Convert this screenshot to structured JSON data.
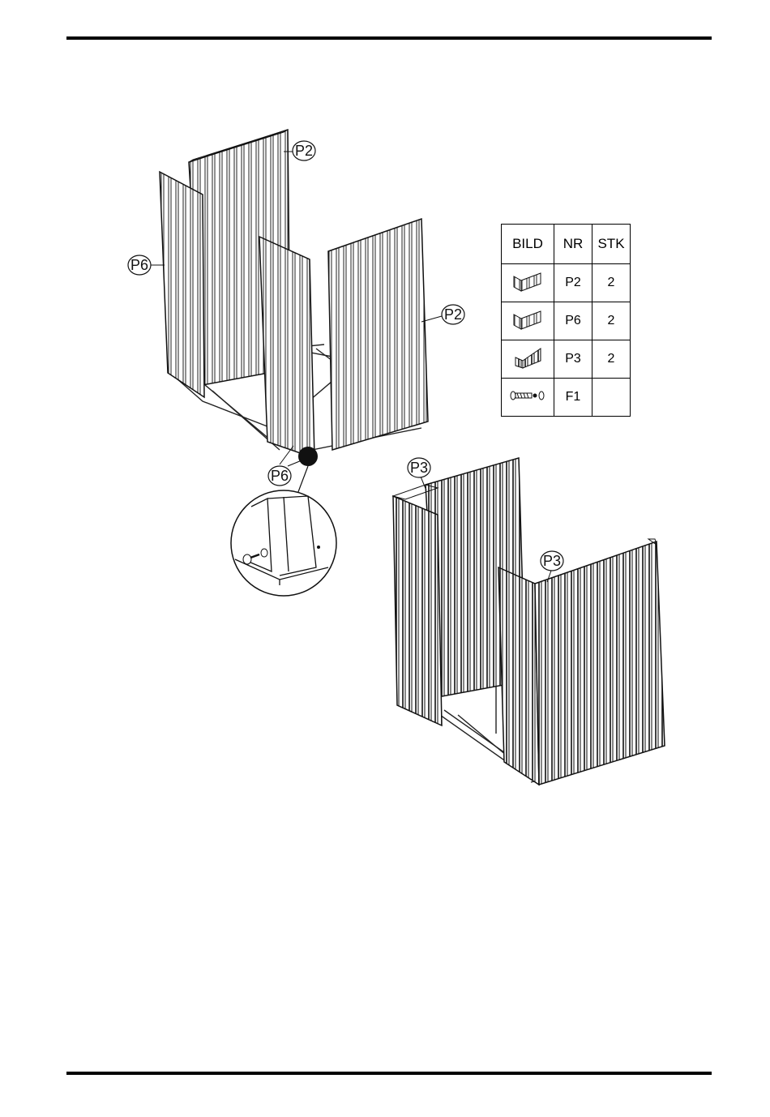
{
  "callouts": {
    "p2_back": "P2",
    "p6_left": "P6",
    "p2_right": "P2",
    "p6_front": "P6",
    "p3_left": "P3",
    "p3_front": "P3"
  },
  "parts_table": {
    "headers": {
      "picture": "BILD",
      "number": "NR",
      "quantity": "STK"
    },
    "rows": [
      {
        "icon": "wall-panel-icon",
        "nr": "P2",
        "stk": "2"
      },
      {
        "icon": "wall-panel-icon",
        "nr": "P6",
        "stk": "2"
      },
      {
        "icon": "dark-wall-panel-icon",
        "nr": "P3",
        "stk": "2"
      },
      {
        "icon": "screw-icon",
        "nr": "F1",
        "stk": ""
      }
    ]
  }
}
